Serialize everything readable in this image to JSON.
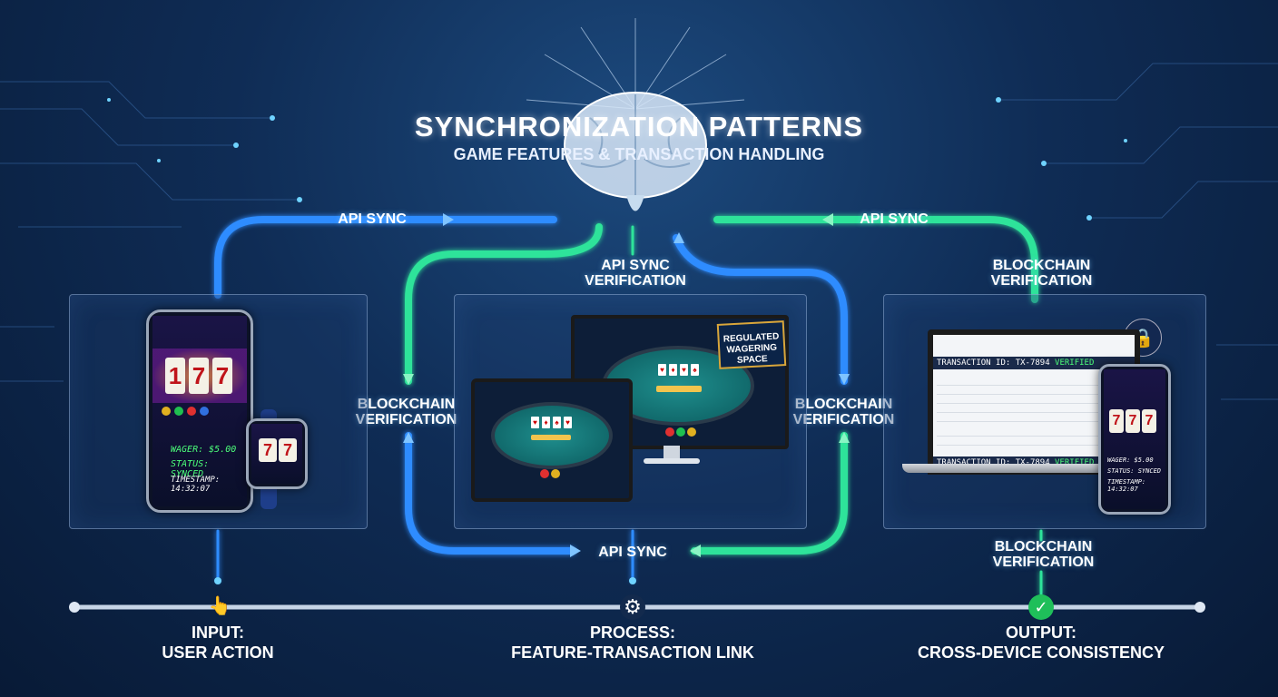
{
  "title": "SYNCHRONIZATION PATTERNS",
  "subtitle": "GAME FEATURES & TRANSACTION HANDLING",
  "labels": {
    "api_sync_left": "API SYNC",
    "api_sync_right": "API SYNC",
    "api_sync_center_top": "API SYNC",
    "verification_center_top": "VERIFICATION",
    "blockchain_right_top": "BLOCKCHAIN",
    "verification_right_top": "VERIFICATION",
    "blockchain_left_mid": "BLOCKCHAIN",
    "verification_left_mid": "VERIFICATION",
    "blockchain_right_mid": "BLOCKCHAIN",
    "verification_right_mid": "VERIFICATION",
    "api_sync_bottom": "API SYNC",
    "blockchain_bottom": "BLOCKCHAIN",
    "verification_bottom": "VERIFICATION"
  },
  "stages": [
    {
      "heading": "INPUT:",
      "text": "USER ACTION",
      "icon": "touch-hand-icon"
    },
    {
      "heading": "PROCESS:",
      "text": "FEATURE-TRANSACTION LINK",
      "icon": "gear-icon"
    },
    {
      "heading": "OUTPUT:",
      "text": "CROSS-DEVICE CONSISTENCY",
      "icon": "check-circle-icon"
    }
  ],
  "left_device": {
    "reels": [
      "1",
      "7",
      "7"
    ],
    "watch_reels": [
      "7",
      "7"
    ],
    "wager": "WAGER: $5.00",
    "status": "STATUS: SYNCED",
    "timestamp": "TIMESTAMP: 14:32:07"
  },
  "center_device": {
    "badge": "REGULATED WAGERING SPACE"
  },
  "right_device": {
    "tx_top": "TRANSACTION ID: TX-7894",
    "tx_top_status": "VERIFIED",
    "tx_bottom": "TRANSACTION ID: TX-7894",
    "tx_bottom_status": "VERIFIED",
    "phone_wager": "WAGER: $5.00",
    "phone_status": "STATUS: SYNCED",
    "phone_timestamp": "TIMESTAMP: 14:32:07"
  },
  "colors": {
    "blue_flow": "#2f8cff",
    "green_flow": "#2de39a",
    "background": "#0f2c55"
  }
}
